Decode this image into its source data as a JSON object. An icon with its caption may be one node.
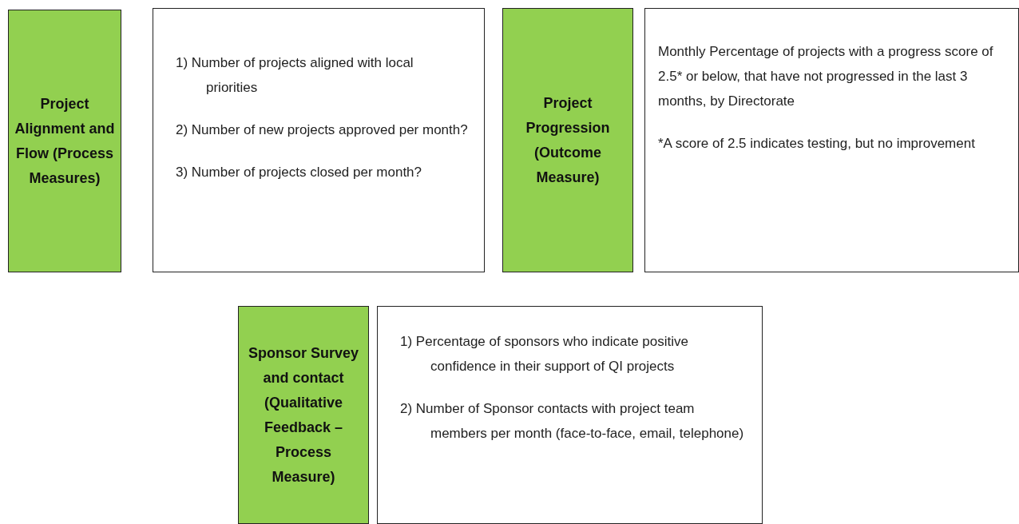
{
  "diagram": {
    "nodes": [
      {
        "text": [
          "Project Alignment and Flow (Process Measures)"
        ]
      },
      {
        "text": [
          "1) Number of projects aligned with local priorities",
          "2) Number of new projects approved per month?",
          "3) Number of projects closed per month?"
        ]
      },
      {
        "text": [
          "Project Progression (Outcome Measure)"
        ]
      },
      {
        "text": [
          "Monthly Percentage of projects with a progress score of 2.5* or below, that have not progressed in the last 3 months, by Directorate",
          "*A score of 2.5 indicates testing, but no improvement"
        ]
      },
      {
        "text": [
          "Sponsor Survey and contact (Qualitative Feedback – Process Measure)"
        ]
      },
      {
        "text": [
          "1) Percentage of sponsors who indicate positive confidence in their support of QI projects",
          "2) Number of Sponsor contacts with project team members per month (face-to-face, email, telephone)"
        ]
      }
    ]
  }
}
